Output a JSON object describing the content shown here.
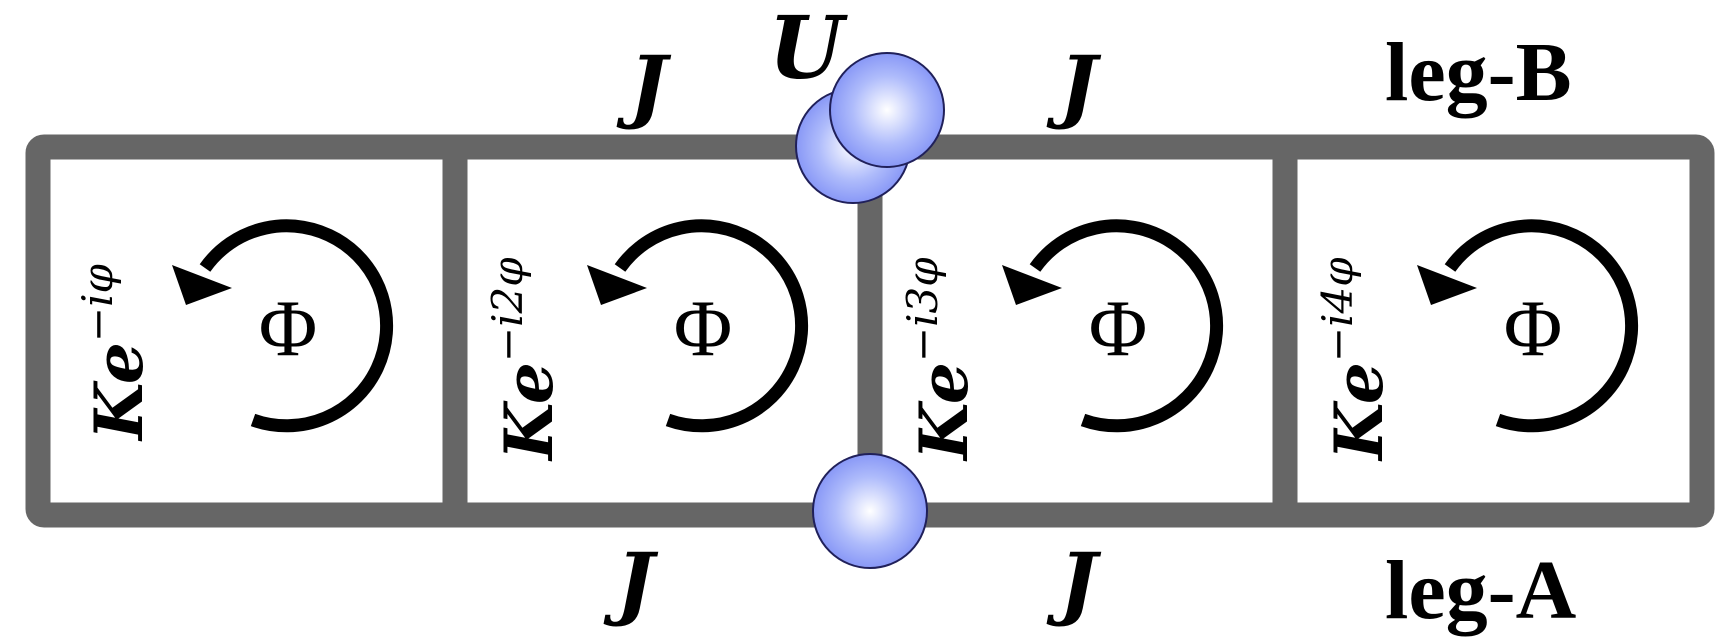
{
  "labels": {
    "top_left_hopping": "J",
    "top_right_hopping": "J",
    "bottom_left_hopping": "J",
    "bottom_right_hopping": "J",
    "interaction": "U",
    "leg_b": "leg-B",
    "leg_a": "leg-A",
    "flux": "Φ",
    "rung_base": "Ke"
  },
  "plaquettes": [
    {
      "rung_exponent": "−iφ"
    },
    {
      "rung_exponent": "−i2φ"
    },
    {
      "rung_exponent": "−i3φ"
    },
    {
      "rung_exponent": "−i4φ"
    }
  ],
  "colors": {
    "ladder": "#666666",
    "arrow": "#000000",
    "particle_center": "#ffffff",
    "particle_edge": "#7f8ff5",
    "particle_outline": "#20205a"
  },
  "icons": {
    "flux_arrow": "counterclockwise-arrow-icon",
    "particle": "sphere-icon"
  }
}
